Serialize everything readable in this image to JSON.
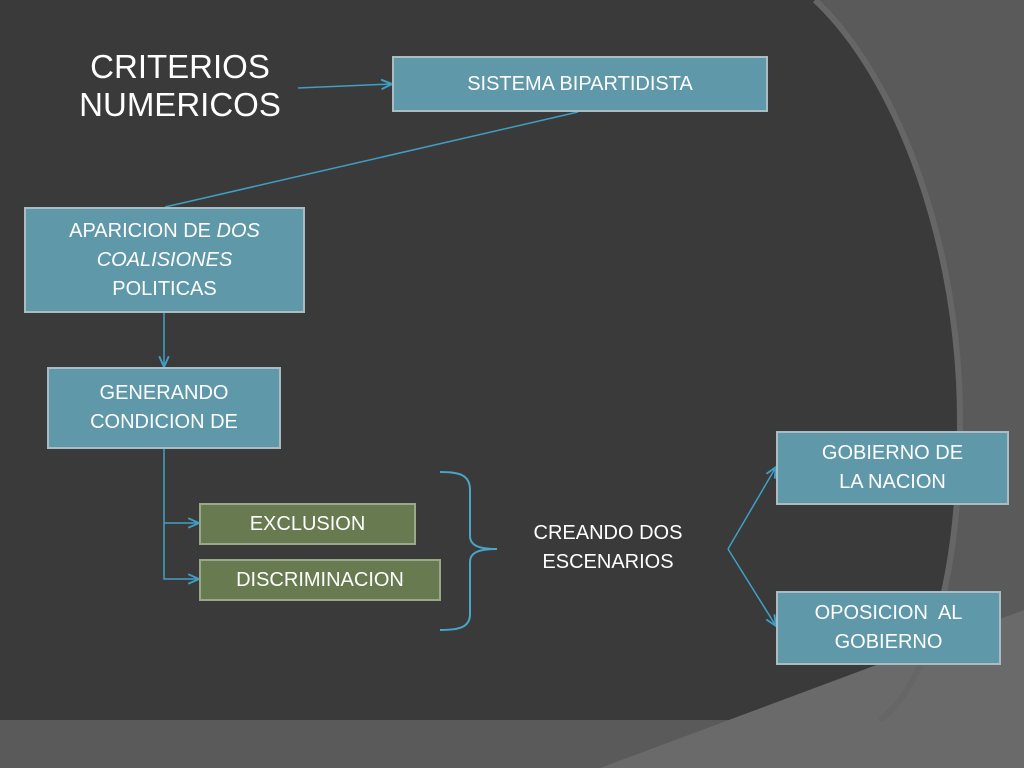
{
  "title": {
    "line1": "CRITERIOS",
    "line2": "NUMERICOS"
  },
  "nodes": {
    "sistema": "SISTEMA BIPARTIDISTA",
    "aparicion": {
      "prefix": "APARICION DE ",
      "emph1": "DOS",
      "emph2": "COALISIONES",
      "suffix": "POLITICAS"
    },
    "generando": {
      "line1": "GENERANDO",
      "line2": "CONDICION DE"
    },
    "exclusion": "EXCLUSION",
    "discriminacion": "DISCRIMINACION",
    "creando": {
      "line1": "CREANDO DOS",
      "line2": "ESCENARIOS"
    },
    "gobierno": {
      "line1": "GOBIERNO DE",
      "line2": "LA NACION"
    },
    "oposicion": {
      "line1": "OPOSICION  AL",
      "line2": "GOBIERNO"
    }
  },
  "colors": {
    "background": "#3a3a3a",
    "box_blue": "#5f98a8",
    "box_green": "#687a4f",
    "connector": "#3f9fc4",
    "brace": "#4aa6c8"
  }
}
